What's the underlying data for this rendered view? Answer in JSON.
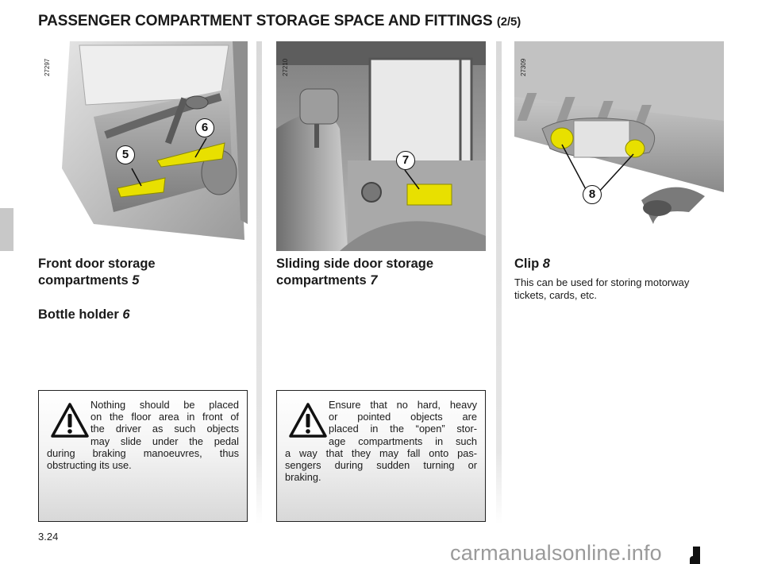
{
  "header": {
    "title": "PASSENGER COMPARTMENT STORAGE SPACE AND FITTINGS",
    "part": "(2/5)"
  },
  "photos": [
    {
      "id": "27297",
      "callouts": [
        "5",
        "6"
      ]
    },
    {
      "id": "27210",
      "callouts": [
        "7"
      ]
    },
    {
      "id": "27309",
      "callouts": [
        "8"
      ]
    }
  ],
  "col1": {
    "heading1_line1": "Front door storage",
    "heading1_line2": "compartments",
    "heading1_ref": "5",
    "heading2": "Bottle holder",
    "heading2_ref": "6",
    "warning_lines": [
      "Nothing should be placed",
      "on the floor area in front of",
      "the driver as such objects",
      "may slide under the pedal",
      "during braking manoeuvres, thus",
      "obstructing its use."
    ]
  },
  "col2": {
    "heading_line1": "Sliding side door storage",
    "heading_line2": "compartments",
    "heading_ref": "7",
    "warning_lines": [
      "Ensure that no hard, heavy",
      "or pointed objects are",
      "placed in the “open” stor-",
      "age compartments in such",
      "a way that they may fall onto pas-",
      "sengers during sudden turning or",
      "braking."
    ]
  },
  "col3": {
    "heading": "Clip",
    "heading_ref": "8",
    "text_line1": "This can be used for storing motorway",
    "text_line2": "tickets, cards, etc."
  },
  "footer": {
    "page_number": "3.24",
    "watermark": "carmanualsonline.info"
  },
  "colors": {
    "highlight": "#e8e000",
    "box_border": "#222222",
    "separator": "#dcdcdc"
  },
  "icons": {
    "warning": "warning-triangle-icon"
  }
}
